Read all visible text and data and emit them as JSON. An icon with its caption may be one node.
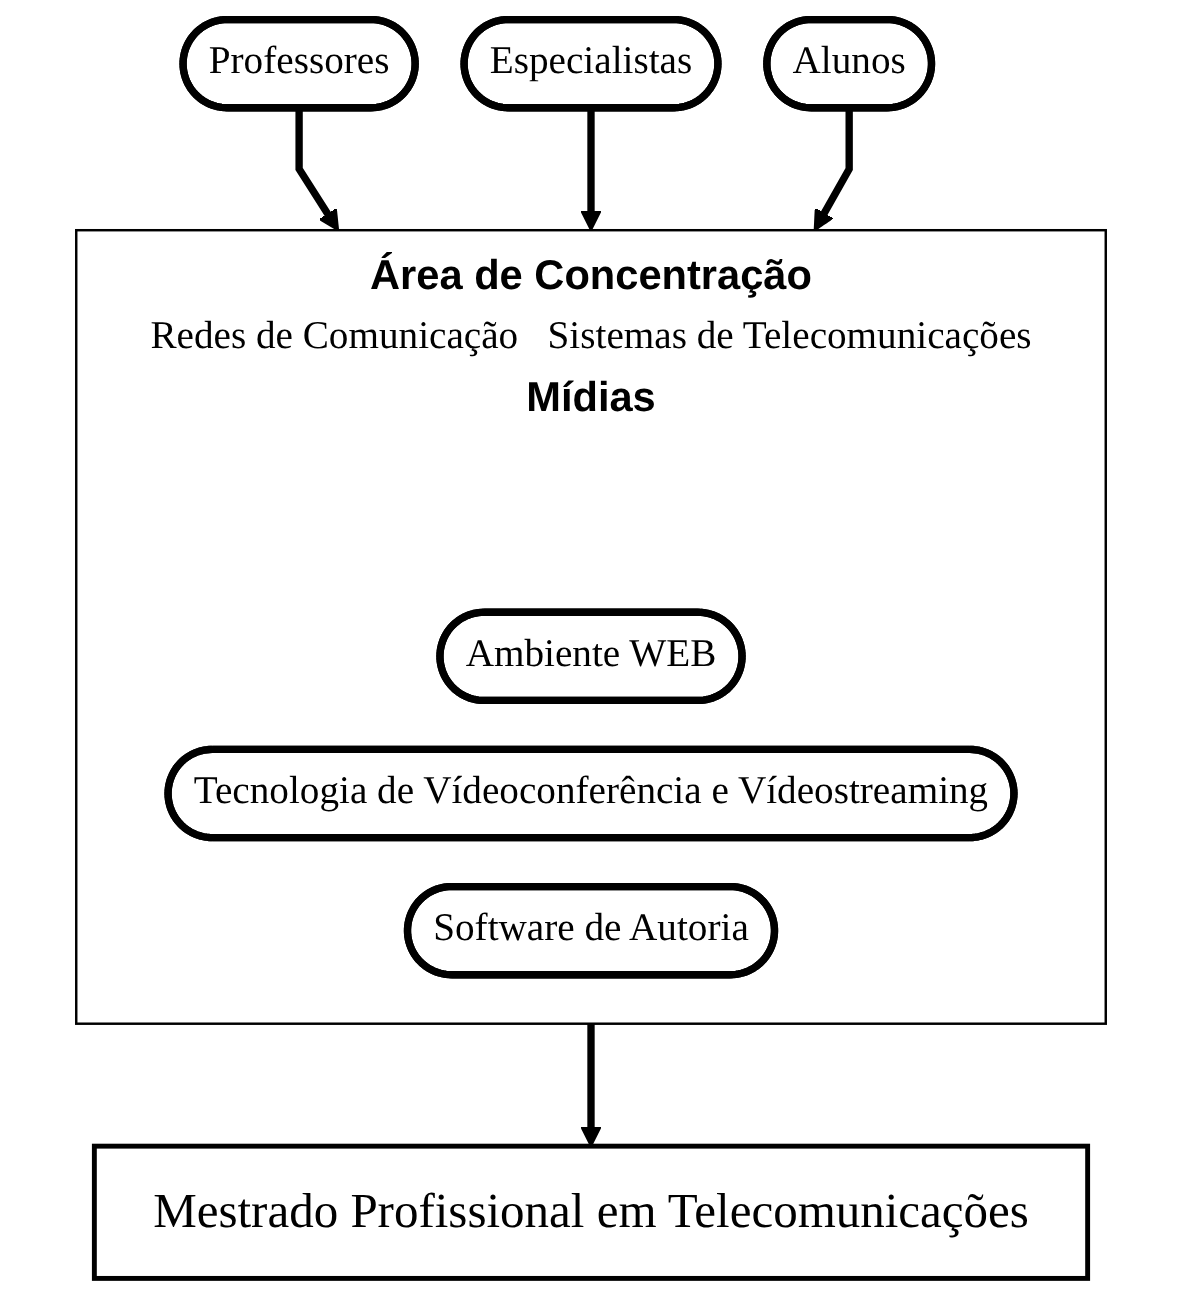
{
  "diagram": {
    "nodes": [
      {
        "text": [
          "Professores"
        ]
      },
      {
        "text": [
          "Especialistas"
        ]
      },
      {
        "text": [
          "Alunos"
        ]
      },
      {
        "text": [
          "Área de Concentração",
          "Redes de Comunicação",
          "Sistemas de Telecomunicações",
          "Mídias"
        ]
      },
      {
        "text": [
          "Ambiente WEB"
        ],
        "in": 3
      },
      {
        "text": [
          "Tecnologia de Vídeoconferência e Vídeostreaming"
        ],
        "in": 3
      },
      {
        "text": [
          "Software de Autoria"
        ],
        "in": 3
      },
      {
        "text": [
          "Mestrado Profissional em Telecomunicações"
        ]
      }
    ],
    "edges": [
      {
        "from": 0,
        "to": 3,
        "arrow": "to"
      },
      {
        "from": 1,
        "to": 3,
        "arrow": "to"
      },
      {
        "from": 2,
        "to": 3,
        "arrow": "to"
      },
      {
        "from": 3,
        "to": 7,
        "arrow": "to"
      }
    ]
  }
}
